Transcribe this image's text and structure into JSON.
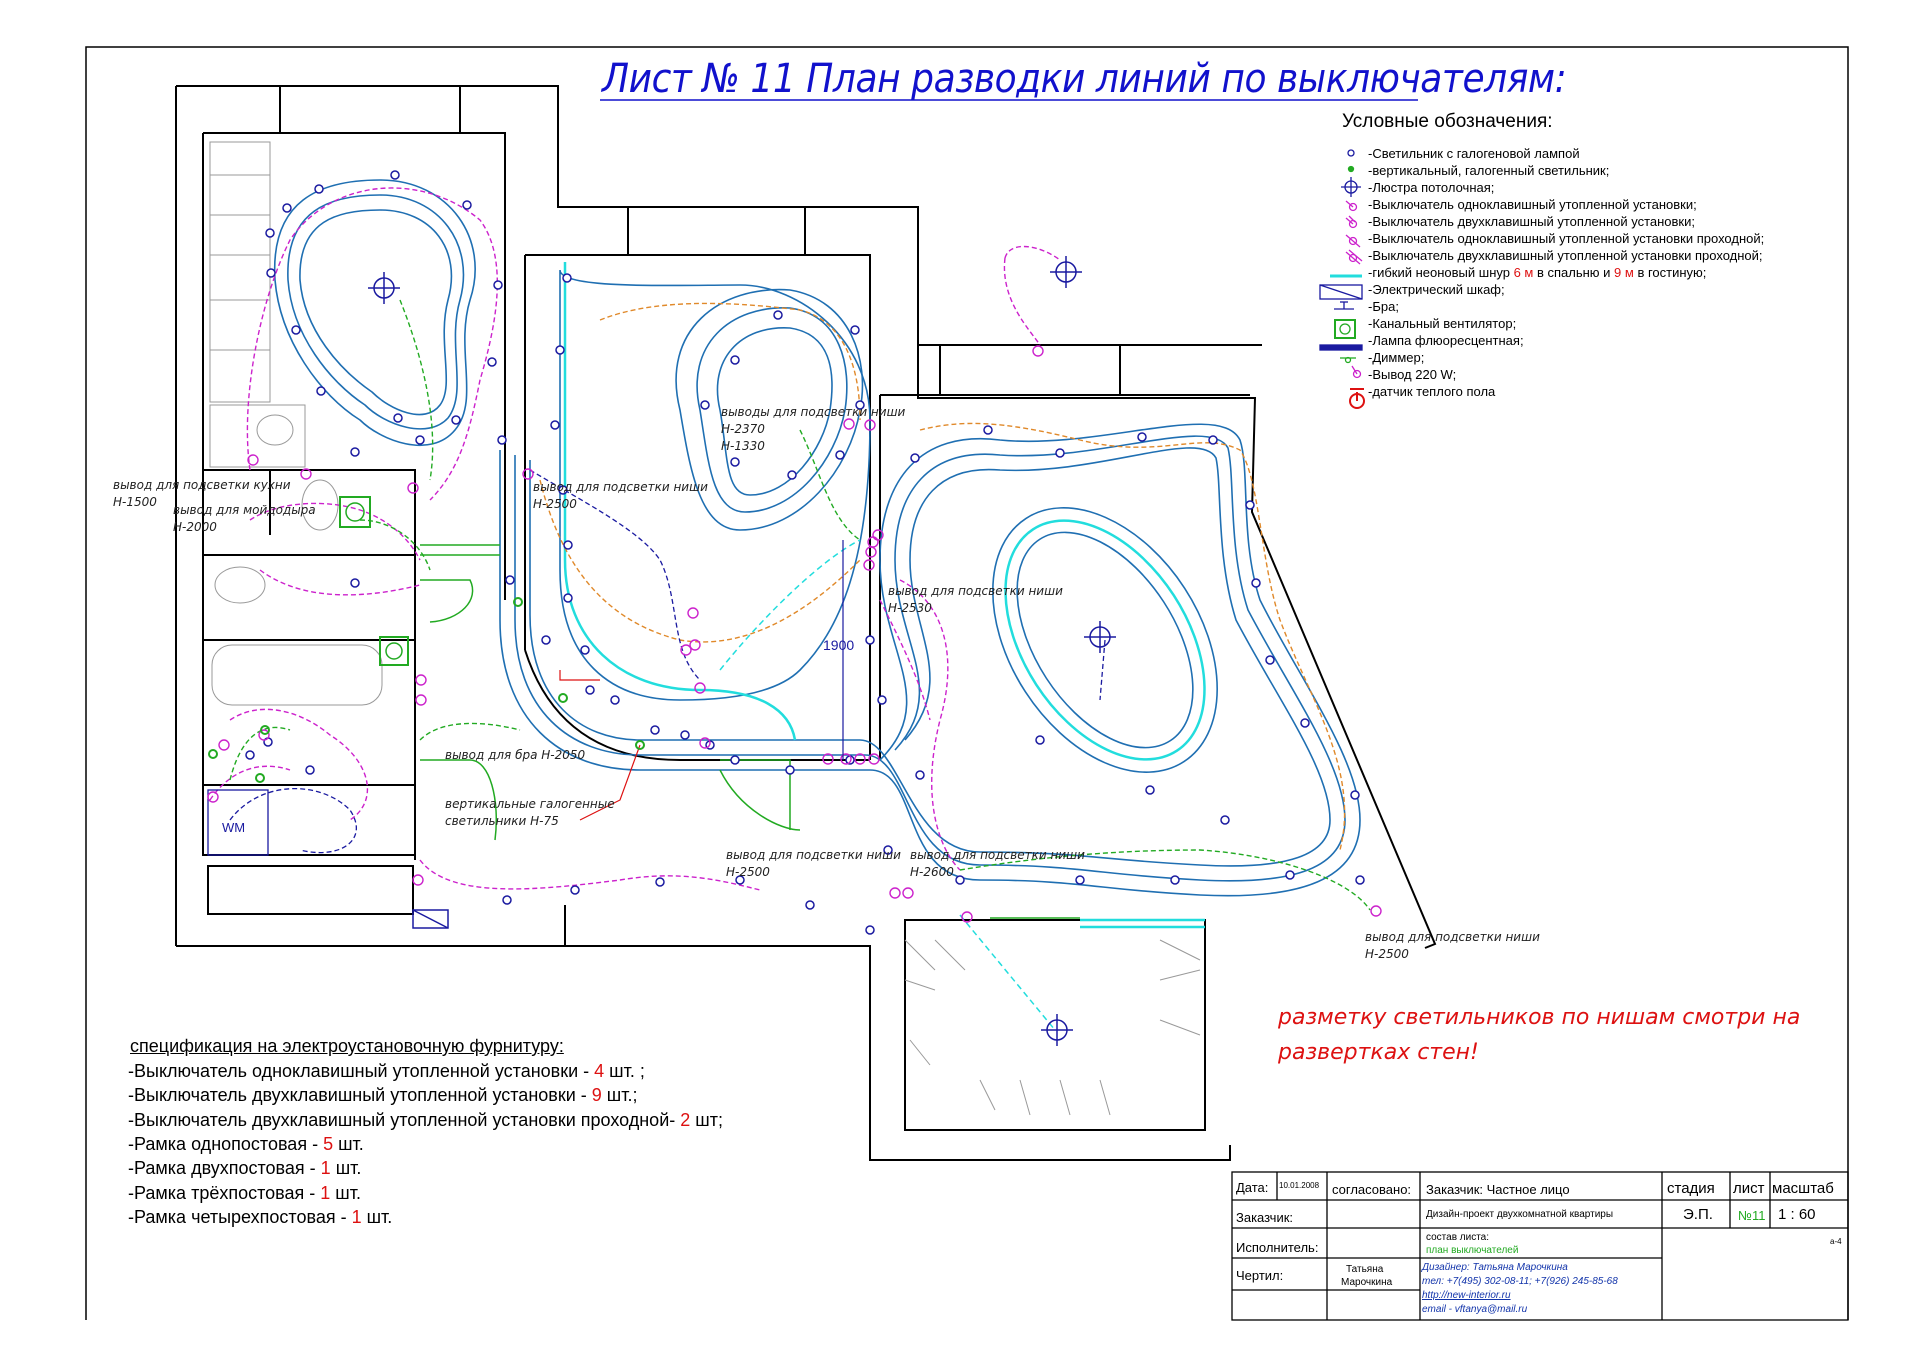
{
  "sheet": {
    "title": "Лист № 11 План разводки линий по выключателям:"
  },
  "legend": {
    "heading": "Условные обозначения:",
    "items": [
      {
        "icon": "halogen-lamp-icon",
        "label": "-Светильник с галогеновой лампой"
      },
      {
        "icon": "vertical-halogen-icon",
        "label": "-вертикальный, галогенный светильник;"
      },
      {
        "icon": "chandelier-icon",
        "label": "-Люстра потолочная;"
      },
      {
        "icon": "switch-1key-icon",
        "label": "-Выключатель одноклавишный утопленной установки;"
      },
      {
        "icon": "switch-2key-icon",
        "label": "-Выключатель двухклавишный утопленной установки;"
      },
      {
        "icon": "switch-1key-pass-icon",
        "label": "-Выключатель одноклавишный утопленной установки проходной;"
      },
      {
        "icon": "switch-2key-pass-icon",
        "label": "-Выключатель двухклавишный утопленной установки проходной;"
      },
      {
        "icon": "neon-cord-icon",
        "label_a": "-гибкий неоновый шнур ",
        "val1": "6 м",
        "label_b": " в спальню и ",
        "val2": "9 м",
        "label_c": " в гостиную;"
      },
      {
        "icon": "electric-cabinet-icon",
        "label": "-Электрический шкаф;"
      },
      {
        "icon": "sconce-icon",
        "label": "-Бра;"
      },
      {
        "icon": "duct-fan-icon",
        "label": "-Канальный вентилятор;"
      },
      {
        "icon": "fluorescent-lamp-icon",
        "label": "-Лампа флюоресцентная;"
      },
      {
        "icon": "dimmer-icon",
        "label": "-Диммер;"
      },
      {
        "icon": "outlet-220-icon",
        "label": "-Вывод 220 W;"
      },
      {
        "icon": "floor-sensor-icon",
        "label": "-датчик теплого пола"
      }
    ]
  },
  "plan_notes": [
    "вывод для подсветки кухни",
    "H-1500",
    "вывод для мойдодыра",
    "H-2000",
    "выводы для подсветки ниши",
    "H-2370",
    "H-1330",
    "вывод для подсветки ниши",
    "H-2500",
    "вывод для подсветки ниши",
    "H-2530",
    "вывод для бра H-2050",
    "вертикальные галогенные",
    "светильники H-75",
    "вывод для подсветки ниши",
    "H-2500",
    "вывод для подсветки ниши",
    "H-2600",
    "вывод для подсветки ниши",
    "H-2500",
    "1900",
    "WM"
  ],
  "wall_note": {
    "line1": "разметку светильников по нишам смотри на",
    "line2": "развертках стен!"
  },
  "spec": {
    "heading": "спецификация на электроустановочную фурнитуру:",
    "rows": [
      {
        "text": "-Выключатель одноклавишный утопленной установки -  ",
        "qty": "4",
        "unit": " шт. ;"
      },
      {
        "text": "-Выключатель двухклавишный утопленной установки -  ",
        "qty": "9",
        "unit": " шт.;"
      },
      {
        "text": "-Выключатель двухклавишный утопленной установки проходной-  ",
        "qty": "2",
        "unit": " шт;"
      },
      {
        "text": "-Рамка однопостовая - ",
        "qty": "5",
        "unit": " шт."
      },
      {
        "text": "-Рамка двухпостовая - ",
        "qty": "1",
        "unit": " шт."
      },
      {
        "text": "-Рамка трёхпостовая - ",
        "qty": "1",
        "unit": " шт."
      },
      {
        "text": "-Рамка четырехпостовая - ",
        "qty": "1",
        "unit": " шт."
      }
    ]
  },
  "stamp": {
    "date_label": "Дата:",
    "date_value": "10.01.2008",
    "agreed_label": "согласовано:",
    "customer_header": "Заказчик: Частное лицо",
    "stage_label": "стадия",
    "sheet_label": "лист",
    "scale_label": "масштаб",
    "customer_label": "Заказчик:",
    "project_name": "Дизайн-проект двухкомнатной квартиры",
    "stage_value": "Э.П.",
    "sheet_value": "№11",
    "scale_value": "1 : 60",
    "executor_label": "Исполнитель:",
    "content_label": "состав листа:",
    "content_value": "план выключателей",
    "format": "а-4",
    "drawn_label": "Чертил:",
    "drawn_name1": "Татьяна",
    "drawn_name2": "Марочкина",
    "designer": "Дизайнер: Татьяна Марочкина",
    "phones": "тел: +7(495) 302-08-11; +7(926) 245-85-68",
    "site": "http://new-interior.ru",
    "email": "email - vftanya@mail.ru"
  },
  "colors": {
    "wall": "#000000",
    "ceiling": "#1f6fb2",
    "lamp": "#1a1aa0",
    "magenta": "#cc22cc",
    "orange": "#e0892a",
    "green": "#22aa22",
    "cyan": "#22dddd",
    "red": "#dd1111",
    "title_blue": "#1111cc"
  }
}
